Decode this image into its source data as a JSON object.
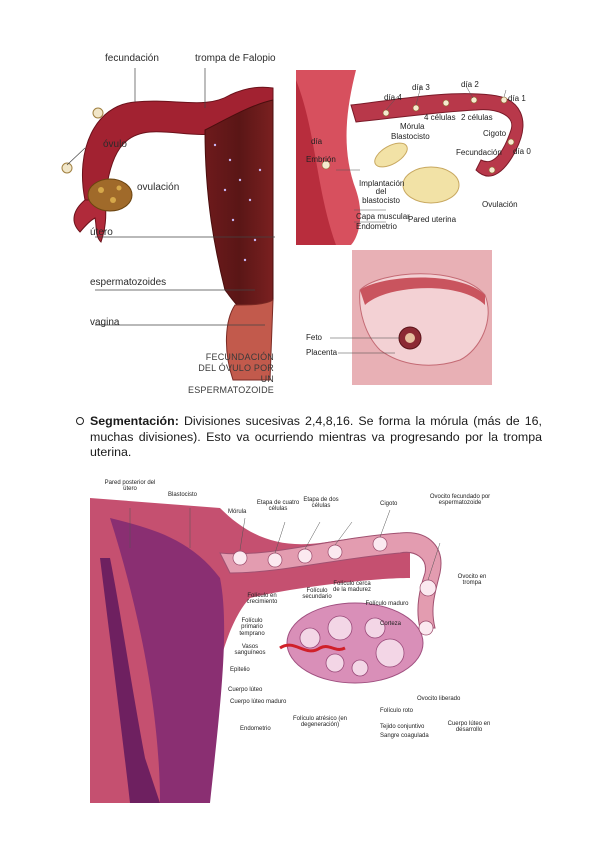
{
  "figure1": {
    "labels": {
      "fecundacion": "fecundación",
      "trompa": "trompa de Falopio",
      "ovulo": "óvulo",
      "ovulacion": "ovulación",
      "utero": "útero",
      "espermatozoides": "espermatozoides",
      "vagina": "vagina"
    },
    "caption": [
      "FECUNDACIÓN",
      "DEL ÓVULO POR",
      "UN ESPERMATOZOIDE"
    ]
  },
  "figure2": {
    "labels": {
      "dia3": "día 3",
      "dia2": "día 2",
      "dia1": "día 1",
      "dia4": "día 4",
      "dia0": "día 0",
      "dia5": "día",
      "cuatro_celulas": "4 células",
      "dos_celulas": "2 células",
      "morula": "Mórula",
      "blastocisto": "Blastocisto",
      "cigoto": "Cigoto",
      "fecundacion": "Fecundación",
      "embrion": "Embrión",
      "implantacion": "Implantación del blastocisto",
      "capa_muscular": "Capa muscular",
      "endometrio": "Endometrio",
      "pared_uterina": "Pared uterina",
      "ovulacion": "Ovulación"
    }
  },
  "figure3": {
    "labels": {
      "feto": "Feto",
      "placenta": "Placenta"
    }
  },
  "bullet": {
    "term": "Segmentación:",
    "text": " Divisiones sucesivas 2,4,8,16. Se forma la mórula (más de 16, muchas divisiones). Esto va ocurriendo mientras va progresando por la trompa uterina."
  },
  "figure4": {
    "labels": {
      "pared_posterior": "Pared posterior del útero",
      "blastocisto": "Blastocisto",
      "morula": "Mórula",
      "etapa_cuatro": "Etapa de cuatro células",
      "etapa_dos": "Etapa de dos células",
      "cigoto": "Cigoto",
      "ovocito_fecundado": "Ovocito fecundado por espermatozoide",
      "ovocito_trompa": "Ovocito en trompa",
      "foliculo_crecimiento": "Folículo en crecimiento",
      "foliculo_primario": "Folículo primario temprano",
      "vasos": "Vasos sanguíneos",
      "epitelio": "Epitelio",
      "foliculo_secundario": "Folículo secundario",
      "foliculo_maduracion": "Folículo cerca de la madurez",
      "foliculo_maduro": "Folículo maduro",
      "corteza": "Corteza",
      "ovocito_liberado": "Ovocito liberado",
      "cuerpo_luteo": "Cuerpo lúteo",
      "cuerpo_luteo_maduro": "Cuerpo lúteo maduro",
      "foliculo_roto": "Folículo roto",
      "endometrio": "Endometrio",
      "foliculo_atresico": "Folículo atrésico (en degeneración)",
      "tejido_conjuntivo": "Tejido conjuntivo",
      "sangre_coagulada": "Sangre coagulada",
      "cuerpo_luteo_desarrollo": "Cuerpo lúteo en desarrollo"
    }
  },
  "colors": {
    "tissue_dark": "#8e1a26",
    "tissue_mid": "#b8384a",
    "tissue_light": "#e7a6b0",
    "uterus_purple": "#7a2a66",
    "ovary_pink": "#d98fb8",
    "yolk": "#f2e2a6"
  }
}
